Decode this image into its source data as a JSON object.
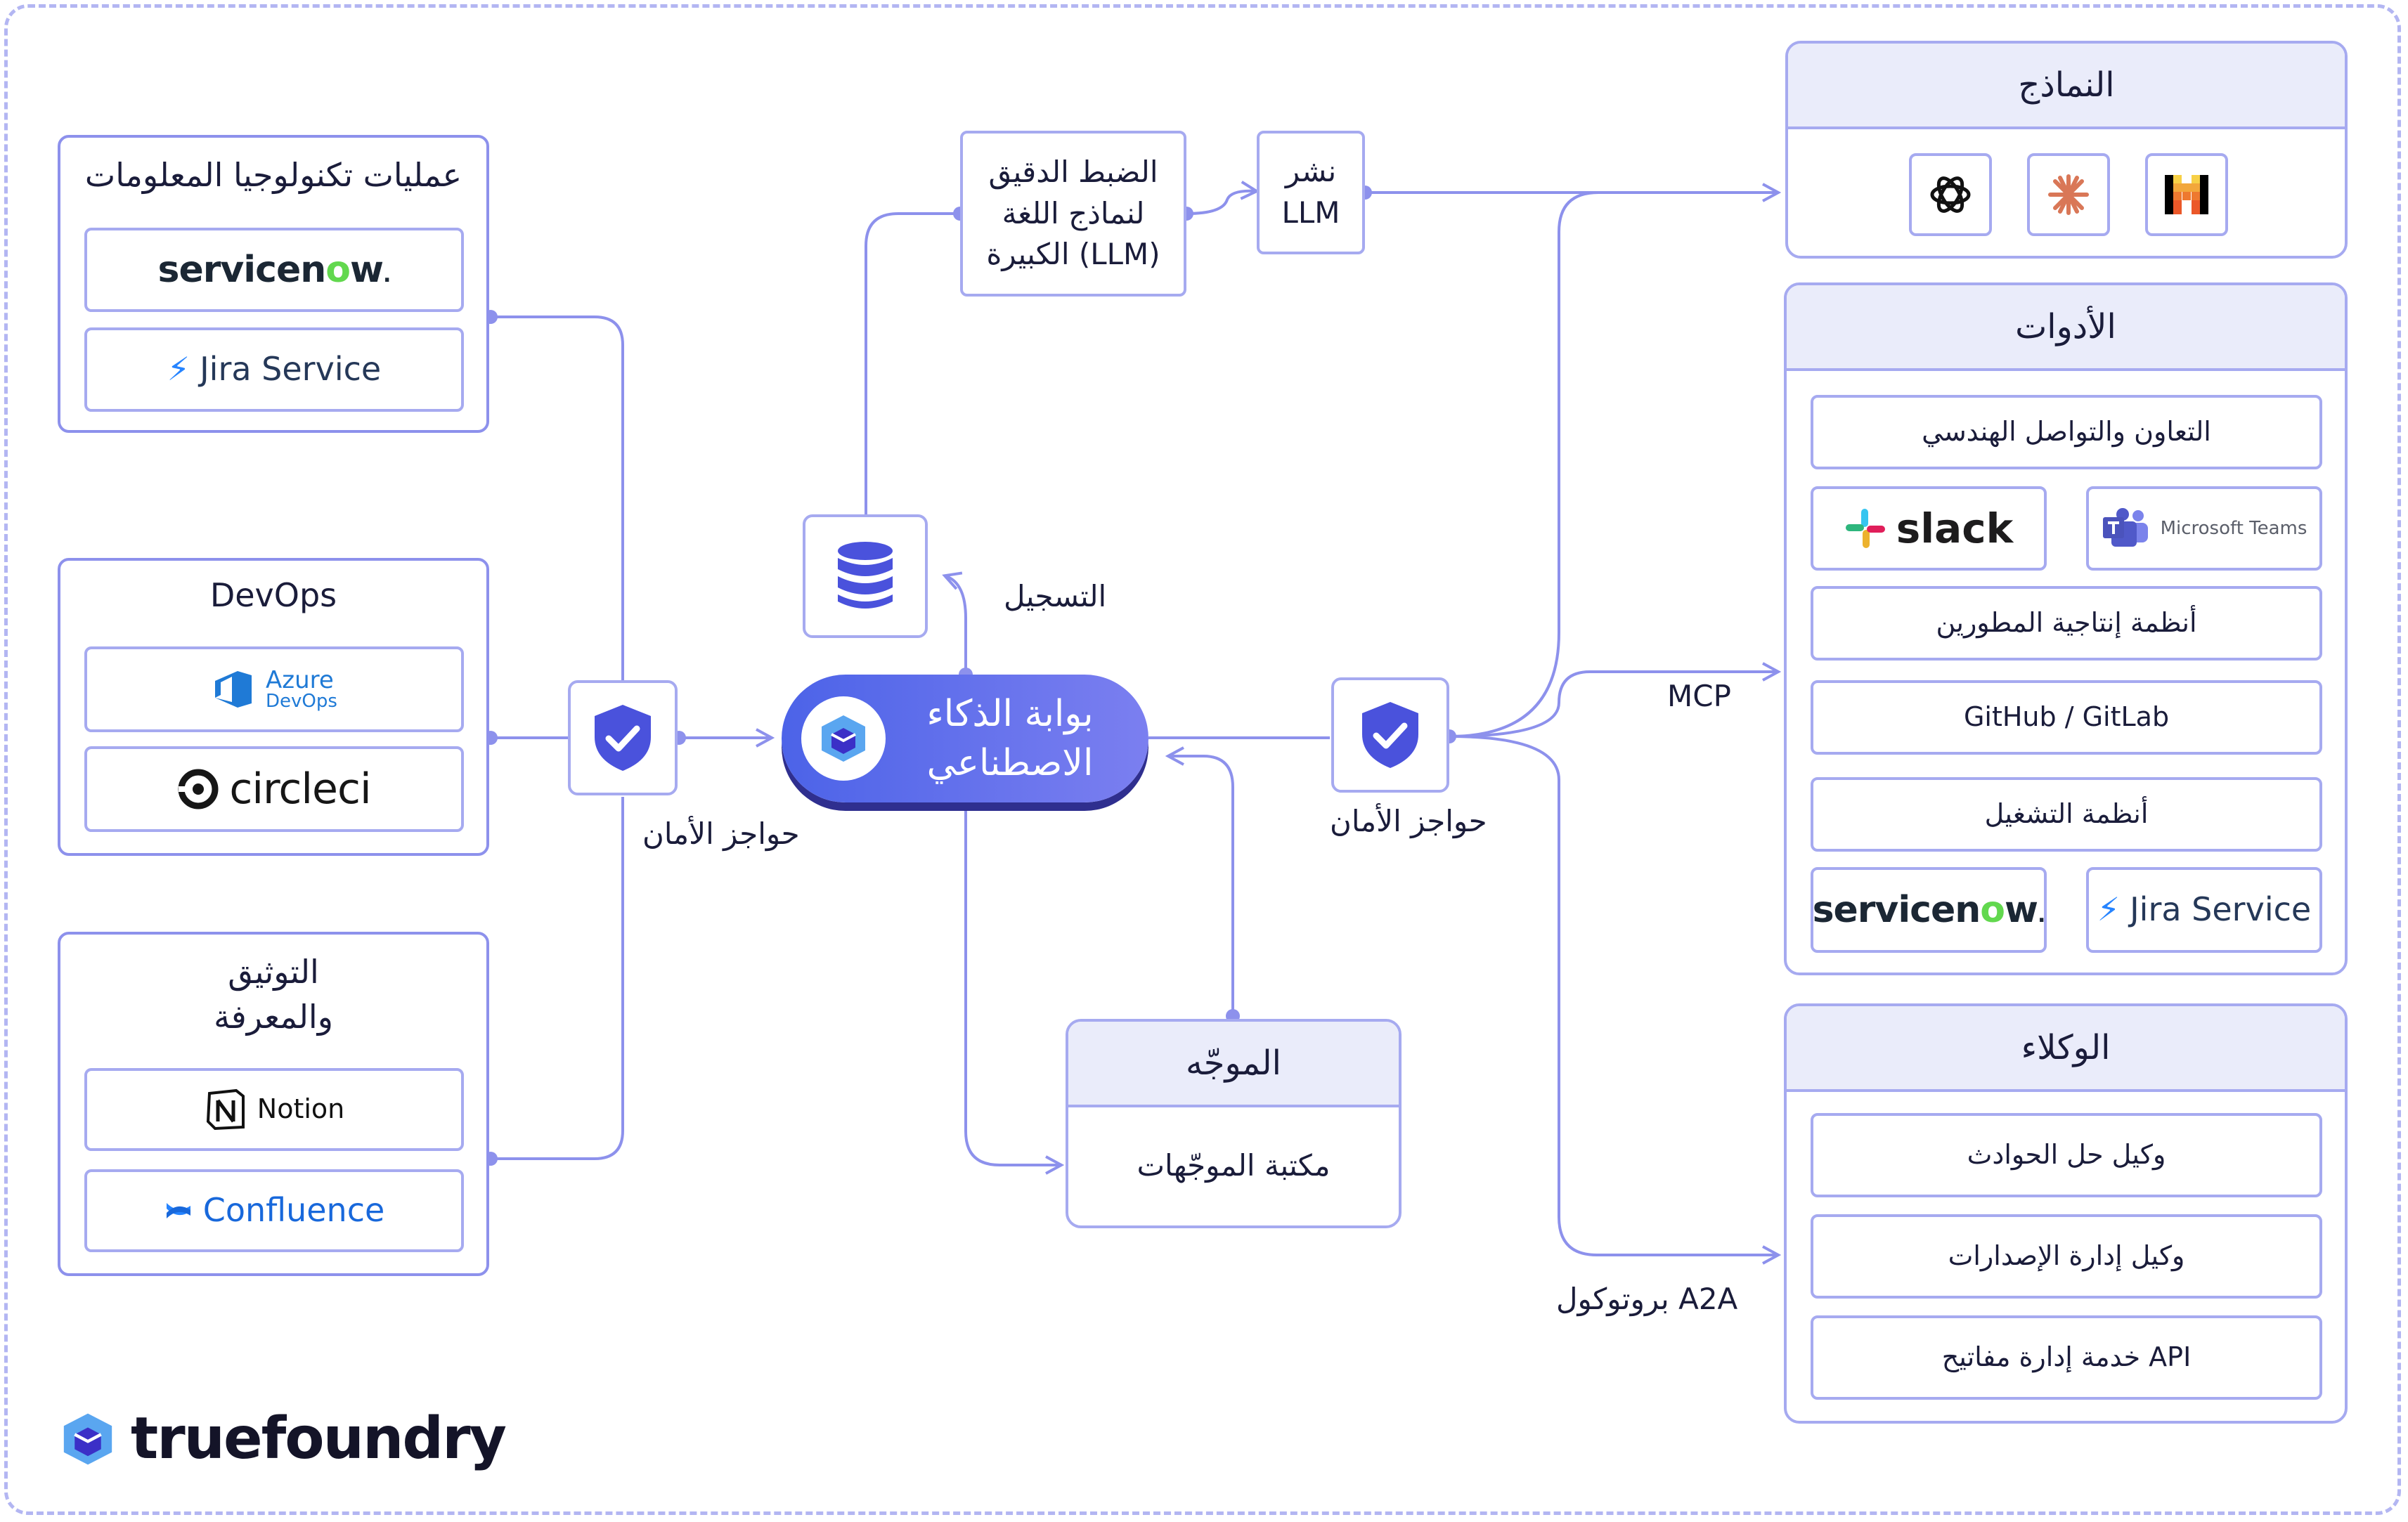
{
  "colors": {
    "accent": "#7b7ff0",
    "line": "#8d91ec",
    "header_bg": "#eaecfa",
    "gateway_from": "#4c63e8",
    "gateway_to": "#7b7ff0"
  },
  "groups": {
    "itops": {
      "title": "عمليات تكنولوجيا المعلومات",
      "servicenow": "servicenow",
      "jira": "Jira Service"
    },
    "devops": {
      "title": "DevOps",
      "azure_line1": "Azure",
      "azure_line2": "DevOps",
      "circleci": "circleci"
    },
    "docs": {
      "title_line1": "التوثيق",
      "title_line2": "والمعرفة",
      "notion": "Notion",
      "confluence": "Confluence"
    }
  },
  "guardrails": {
    "left_label": "حواجز الأمان",
    "right_label": "حواجز الأمان"
  },
  "gateway": {
    "line1": "بوابة الذكاء",
    "line2": "الاصطناعي"
  },
  "logging": {
    "label": "التسجيل"
  },
  "finetune": {
    "line1": "الضبط الدقيق",
    "line2": "لنماذج اللغة",
    "line3": "الكبيرة (LLM)"
  },
  "deploy": {
    "line1": "نشر",
    "line2": "LLM"
  },
  "router": {
    "title": "الموجّه",
    "library": "مكتبة الموجّهات"
  },
  "edges": {
    "mcp": "MCP",
    "a2a": "بروتوكول A2A"
  },
  "models": {
    "title": "النماذج",
    "icons": [
      "openai-icon",
      "anthropic-icon",
      "mistral-icon"
    ]
  },
  "tools": {
    "title": "الأدوات",
    "collab": "التعاون والتواصل الهندسي",
    "slack": "slack",
    "teams": "Microsoft Teams",
    "devprod": "أنظمة إنتاجية المطورين",
    "git": "GitHub / GitLab",
    "ops": "أنظمة التشغيل",
    "servicenow": "servicenow",
    "jira": "Jira Service"
  },
  "agents": {
    "title": "الوكلاء",
    "items": [
      "وكيل حل الحوادث",
      "وكيل إدارة الإصدارات",
      "خدمة إدارة مفاتيح API"
    ]
  },
  "footer": {
    "brand": "truefoundry"
  }
}
